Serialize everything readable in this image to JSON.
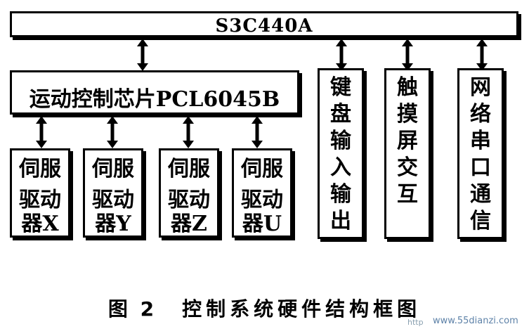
{
  "cpu_label": "S3C440A",
  "controller_label": "运动控制芯片PCL6045B",
  "servos": [
    {
      "line1": "伺服",
      "line2": "驱动器X"
    },
    {
      "line1": "伺服",
      "line2": "驱动器Y"
    },
    {
      "line1": "伺服",
      "line2": "驱动器Z"
    },
    {
      "line1": "伺服",
      "line2": "驱动器U"
    }
  ],
  "peripherals": [
    {
      "label": "键盘输入输出"
    },
    {
      "label": "触摸屏交互"
    },
    {
      "label": "网络串口通信"
    }
  ],
  "caption": {
    "figure_no": "图 2",
    "title": "控制系统硬件结构框图"
  },
  "watermark": {
    "prefix": "http",
    "site": "www.55dianzi.com"
  }
}
